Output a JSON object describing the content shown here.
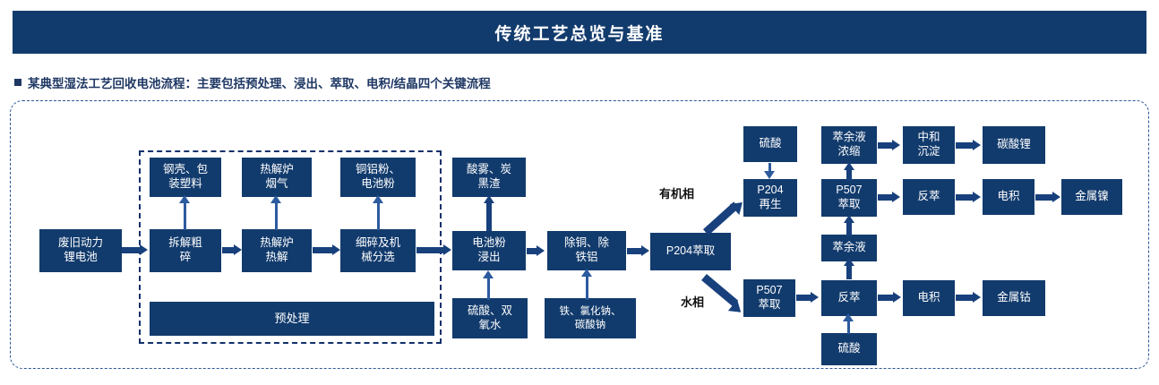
{
  "header": {
    "title": "传统工艺总览与基准",
    "bar_color": "#123B6D"
  },
  "subtitle": {
    "bullet": "square-bullet",
    "text": "某典型湿法工艺回收电池流程：主要包括预处理、浸出、萃取、电积/结晶四个关键流程"
  },
  "diagram": {
    "group_label_pretreatment": "预处理",
    "phase_labels": {
      "organic": "有机相",
      "aqueous": "水相"
    },
    "nodes": {
      "waste_battery": "废旧动力\n锂电池",
      "steel_shell_plastic": "钢壳、包\n装塑料",
      "pyrolysis_flue_gas": "热解炉\n烟气",
      "cu_al_powder": "铜铝粉、\n电池粉",
      "acid_mist_carbon": "酸雾、炭\n黑渣",
      "disassembly_crush": "拆解粗\n碎",
      "pyrolysis_furnace": "热解炉\n热解",
      "fine_crush_sorting": "细碎及机\n械分选",
      "powder_leaching": "电池粉\n浸出",
      "copper_iron_removal": "除铜、除\n铁铝",
      "sulfuric_peroxide": "硫酸、双\n氧水",
      "iron_nacl_na2co3": "铁、氯化钠、\n碳酸钠",
      "p204_extraction": "P204萃取",
      "sulfuric_top": "硫酸",
      "p204_regeneration": "P204\n再生",
      "raffinate_concentrate": "萃余液\n浓缩",
      "neutralize_precipitate": "中和\n沉淀",
      "lithium_carbonate": "碳酸锂",
      "p507_extraction_top": "P507\n萃取",
      "stripping_top": "反萃",
      "electrowinning_top": "电积",
      "metal_nickel": "金属镍",
      "raffinate": "萃余液",
      "p507_extraction_bottom": "P507\n萃取",
      "stripping_bottom": "反萃",
      "electrowinning_bottom": "电积",
      "metal_cobalt": "金属钴",
      "sulfuric_bottom": "硫酸"
    }
  },
  "colors": {
    "navy": "#123B6D",
    "dashed_outer": "#2E5596",
    "dashed_inner": "#12306B",
    "connector": "#17407C"
  }
}
